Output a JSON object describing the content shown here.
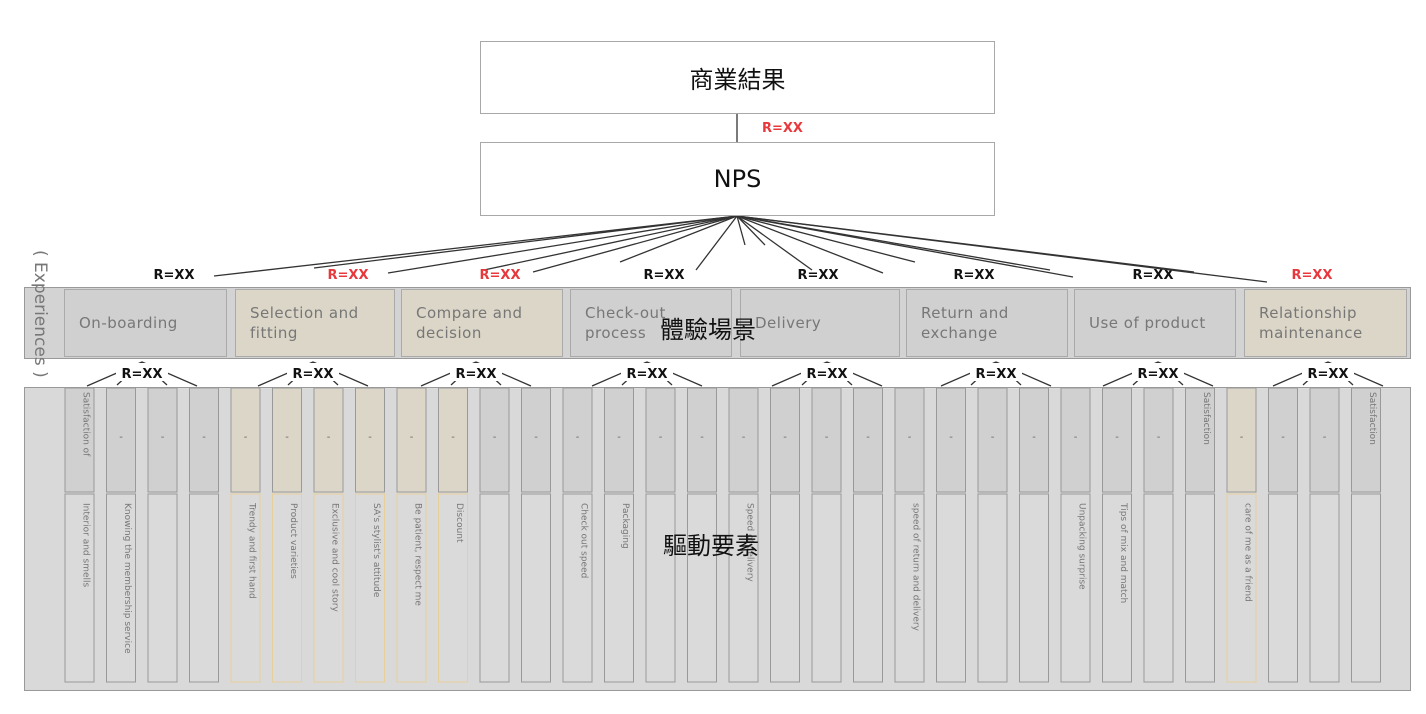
{
  "top": {
    "label": "商業結果"
  },
  "nps": {
    "label": "NPS"
  },
  "r_top": {
    "label": "R=XX",
    "color": "#e8383d"
  },
  "experiences_label": "( Experiences )",
  "experience_scene_label": "體驗場景",
  "driver_label": "驅動要素",
  "colors": {
    "red": "#e8383d",
    "black": "#111111",
    "tan": "#dbd6c7",
    "grey": "#d0d0d0"
  },
  "stages": [
    {
      "label": "On-boarding",
      "r": "R=XX",
      "r_highlight": false,
      "tint": "grey",
      "sub_r": "R=XX"
    },
    {
      "label": "Selection and fitting",
      "r": "R=XX",
      "r_highlight": true,
      "tint": "tan",
      "sub_r": "R=XX"
    },
    {
      "label": "Compare and decision",
      "r": "R=XX",
      "r_highlight": true,
      "tint": "tan",
      "sub_r": "R=XX"
    },
    {
      "label": "Check-out process",
      "r": "R=XX",
      "r_highlight": false,
      "tint": "grey",
      "sub_r": "R=XX"
    },
    {
      "label": "Delivery",
      "r": "R=XX",
      "r_highlight": false,
      "tint": "grey",
      "sub_r": "R=XX"
    },
    {
      "label": "Return and exchange",
      "r": "R=XX",
      "r_highlight": false,
      "tint": "grey",
      "sub_r": "R=XX"
    },
    {
      "label": "Use of product",
      "r": "R=XX",
      "r_highlight": false,
      "tint": "grey",
      "sub_r": "R=XX"
    },
    {
      "label": "Relationship maintenance",
      "r": "R=XX",
      "r_highlight": true,
      "tint": "tan",
      "sub_r": "R=XX"
    }
  ],
  "drivers": [
    {
      "top": "Satisfaction of",
      "bottom": "Interior and smells",
      "tint": "grey"
    },
    {
      "top": "-",
      "bottom": "Knowing the membership service",
      "tint": "grey"
    },
    {
      "top": "-",
      "bottom": "",
      "tint": "grey"
    },
    {
      "top": "-",
      "bottom": "",
      "tint": "grey"
    },
    {
      "top": "-",
      "bottom": "Trendy and first hand",
      "tint": "tan"
    },
    {
      "top": "-",
      "bottom": "Product varieties",
      "tint": "tan"
    },
    {
      "top": "-",
      "bottom": "Exclusive and cool story",
      "tint": "tan"
    },
    {
      "top": "-",
      "bottom": "SA's stylist's attitude",
      "tint": "tan"
    },
    {
      "top": "-",
      "bottom": "Be patient, respect me",
      "tint": "tan"
    },
    {
      "top": "-",
      "bottom": "Discount",
      "tint": "tan"
    },
    {
      "top": "-",
      "bottom": "",
      "tint": "grey"
    },
    {
      "top": "-",
      "bottom": "",
      "tint": "grey"
    },
    {
      "top": "-",
      "bottom": "Check out speed",
      "tint": "grey"
    },
    {
      "top": "-",
      "bottom": "Packaging",
      "tint": "grey"
    },
    {
      "top": "-",
      "bottom": "",
      "tint": "grey"
    },
    {
      "top": "-",
      "bottom": "",
      "tint": "grey"
    },
    {
      "top": "-",
      "bottom": "Speed of delivery",
      "tint": "grey"
    },
    {
      "top": "-",
      "bottom": "",
      "tint": "grey"
    },
    {
      "top": "-",
      "bottom": "",
      "tint": "grey"
    },
    {
      "top": "-",
      "bottom": "",
      "tint": "grey"
    },
    {
      "top": "-",
      "bottom": "speed of return and delivery",
      "tint": "grey"
    },
    {
      "top": "-",
      "bottom": "",
      "tint": "grey"
    },
    {
      "top": "-",
      "bottom": "",
      "tint": "grey"
    },
    {
      "top": "-",
      "bottom": "",
      "tint": "grey"
    },
    {
      "top": "-",
      "bottom": "Unpacking surprise",
      "tint": "grey"
    },
    {
      "top": "-",
      "bottom": "Tips of mix and match",
      "tint": "grey"
    },
    {
      "top": "-",
      "bottom": "",
      "tint": "grey"
    },
    {
      "top": "Satisfaction",
      "bottom": "",
      "tint": "grey"
    },
    {
      "top": "-",
      "bottom": "care of me as a friend",
      "tint": "tan"
    },
    {
      "top": "-",
      "bottom": "",
      "tint": "grey"
    },
    {
      "top": "-",
      "bottom": "",
      "tint": "grey"
    },
    {
      "top": "Satisfaction",
      "bottom": "",
      "tint": "grey"
    }
  ]
}
